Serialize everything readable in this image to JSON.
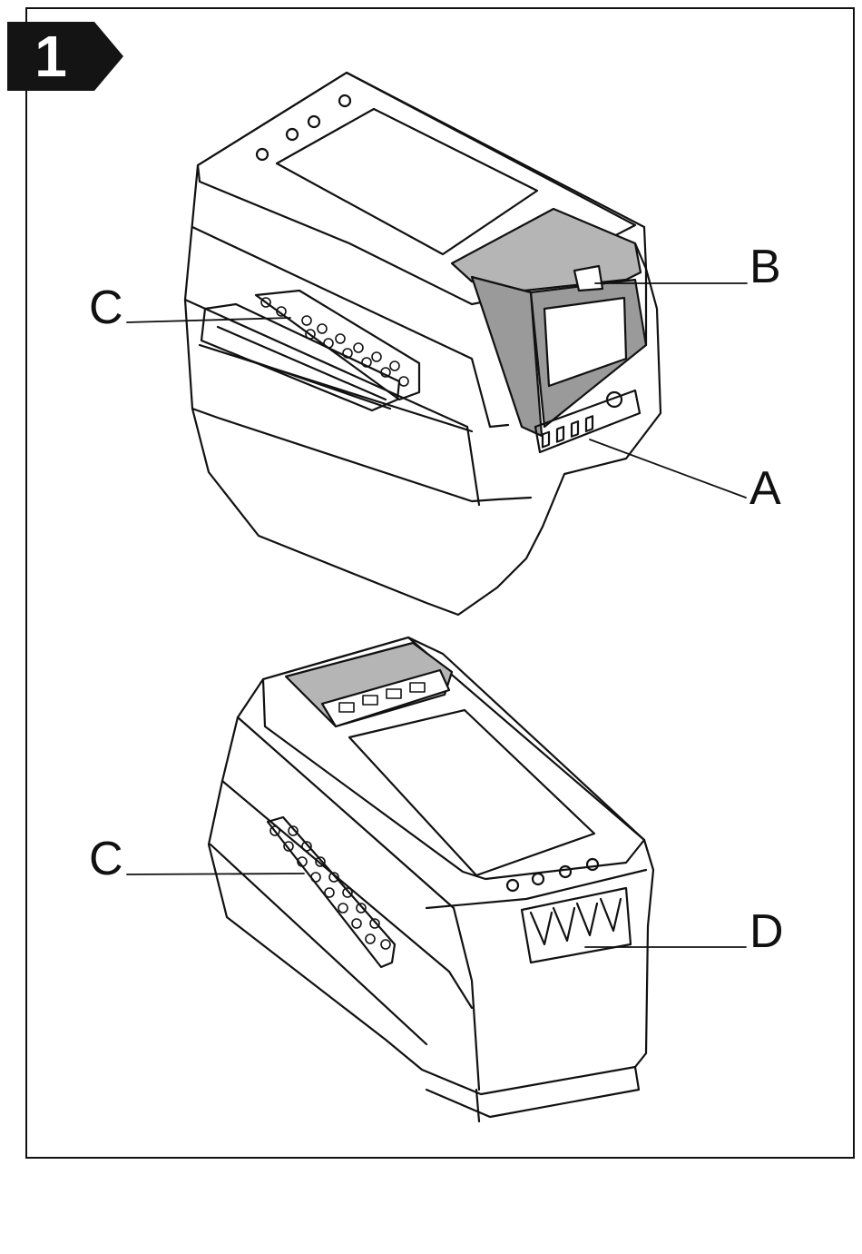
{
  "figure": {
    "number": "1"
  },
  "callouts": {
    "top_b": "B",
    "top_c": "C",
    "top_a": "A",
    "bottom_c": "C",
    "bottom_d": "D"
  },
  "colors": {
    "ink": "#111111",
    "panel": "#ffffff",
    "shade": "#9a9a9a",
    "badge": "#141414"
  }
}
